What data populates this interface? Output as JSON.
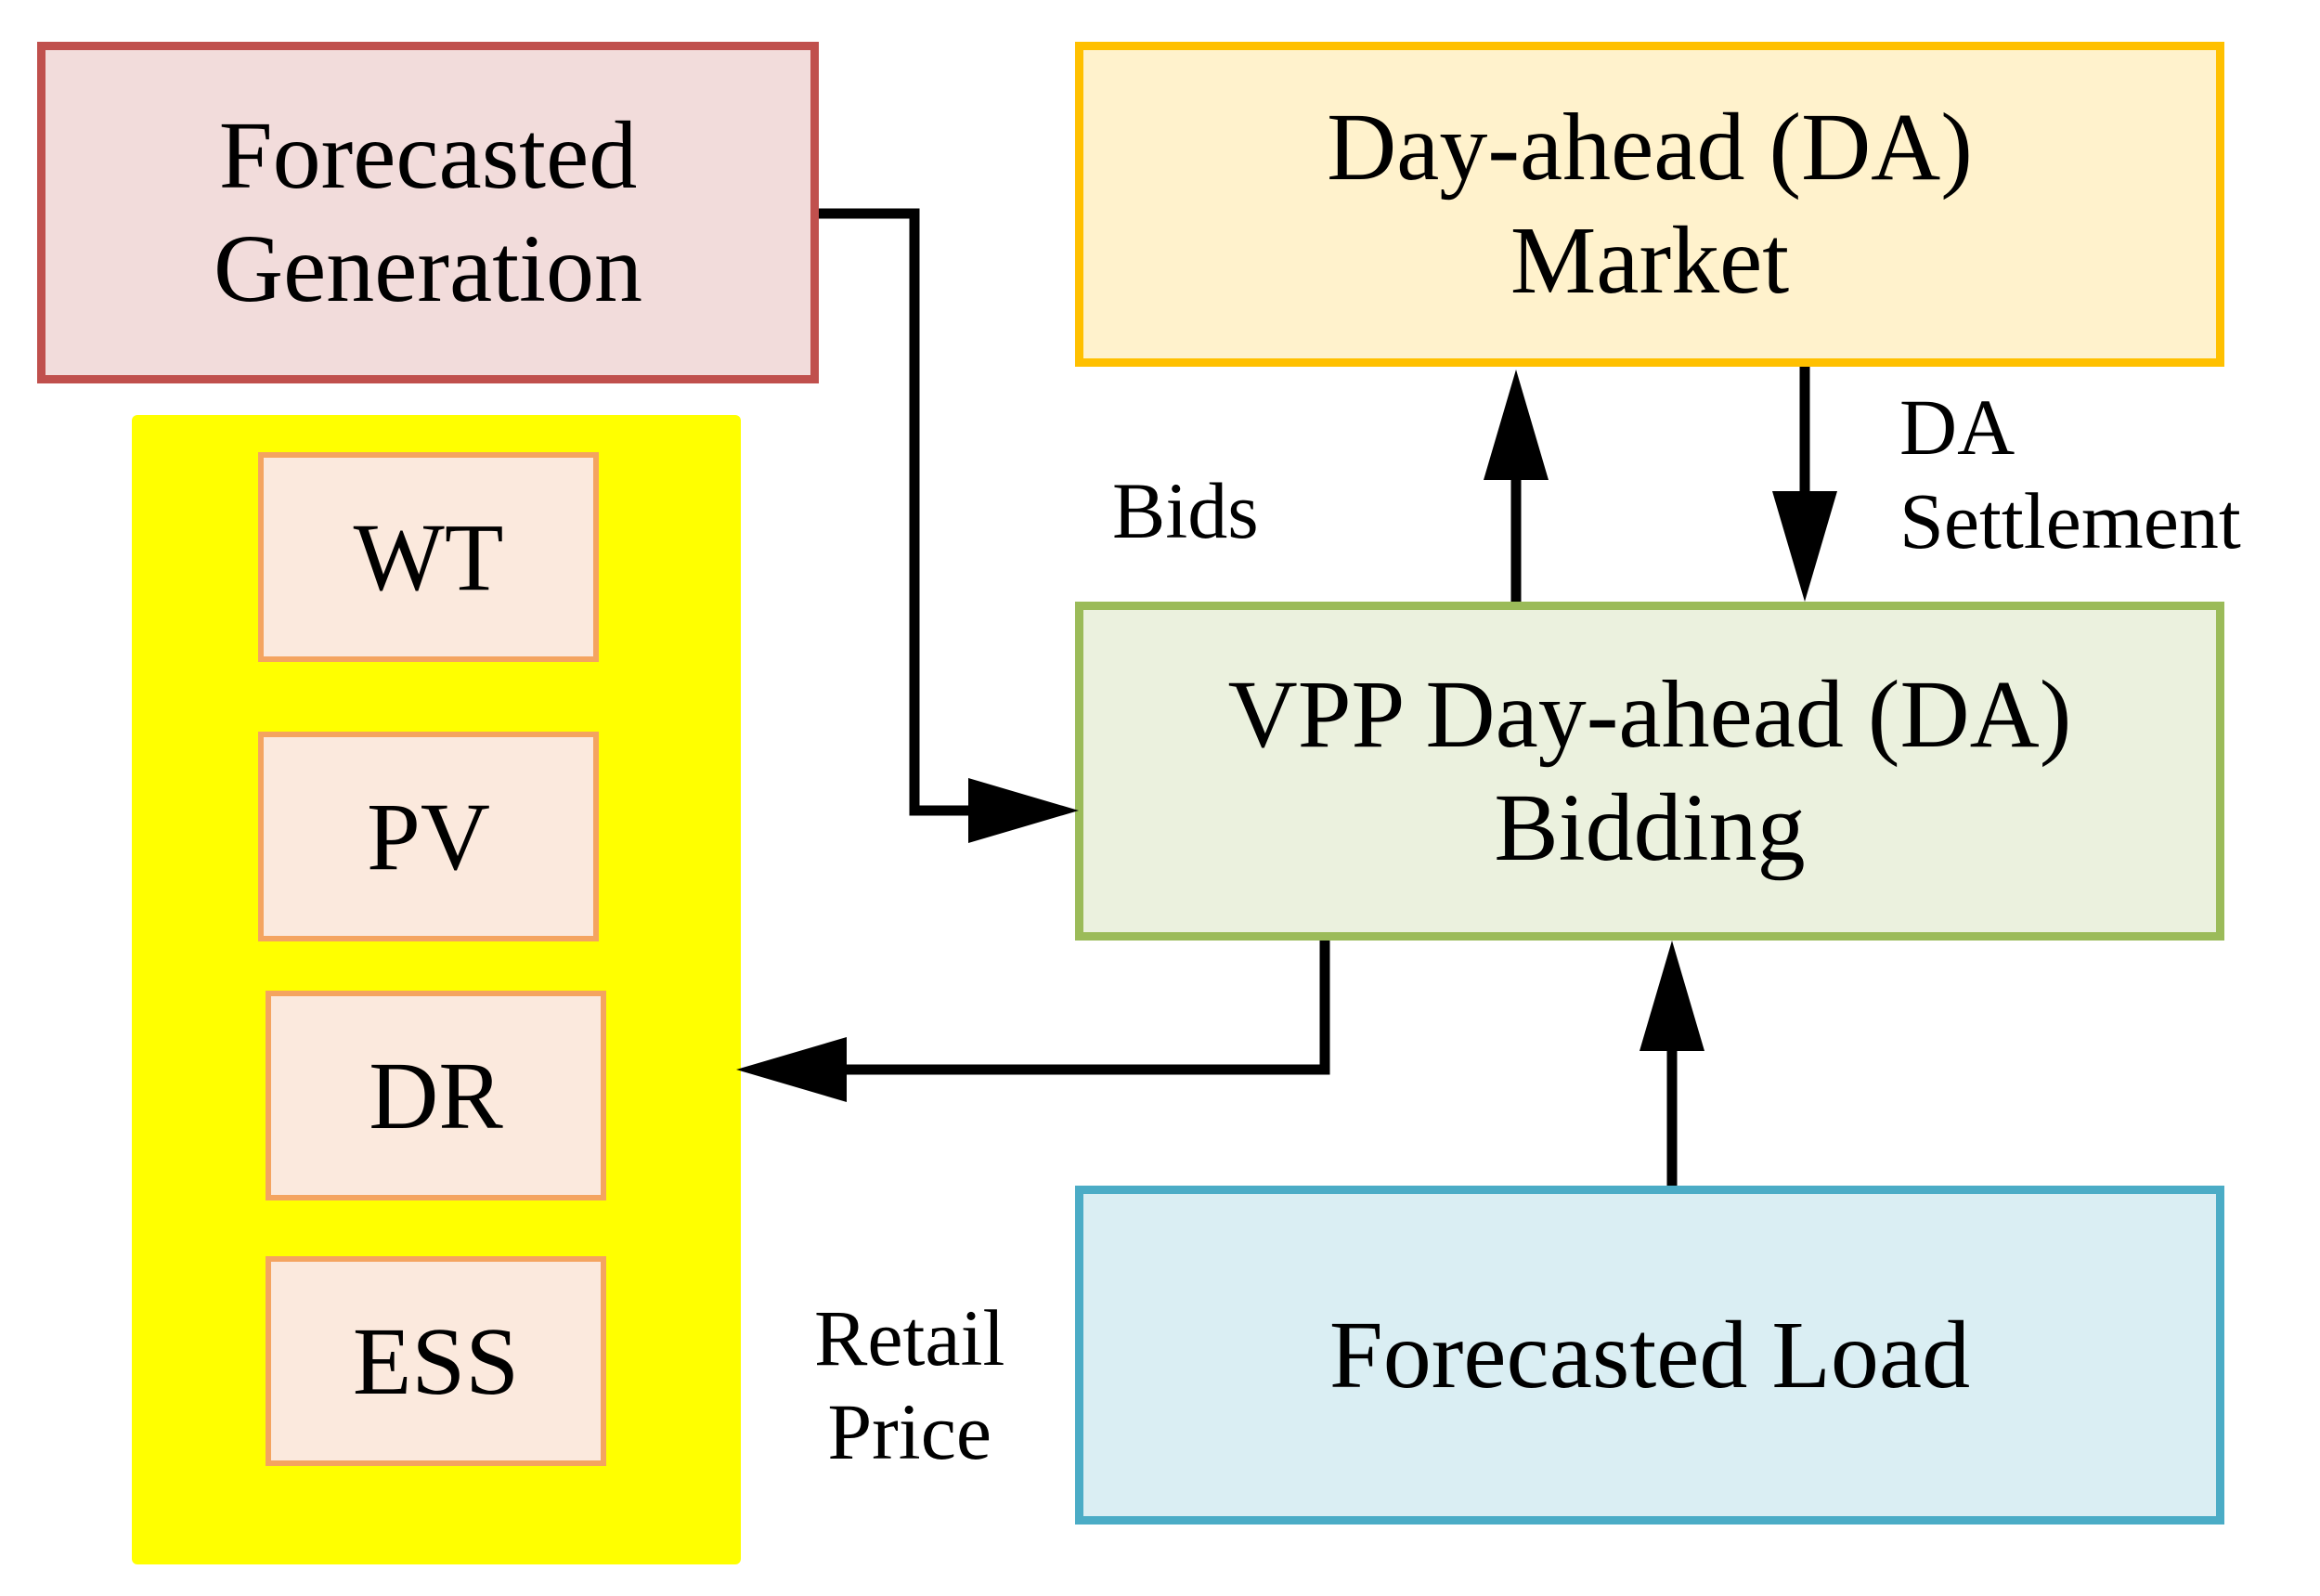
{
  "boxes": {
    "forecasted_generation": {
      "line1": "Forecasted",
      "line2": "Generation"
    },
    "da_market": {
      "line1": "Day-ahead (DA)",
      "line2": "Market"
    },
    "vpp_bidding": {
      "line1": "VPP Day-ahead (DA)",
      "line2": "Bidding"
    },
    "forecasted_load": {
      "line1": "Forecasted Load"
    }
  },
  "units": [
    "WT",
    "PV",
    "DR",
    "ESS"
  ],
  "labels": {
    "bids": "Bids",
    "da_settlement": {
      "line1": "DA",
      "line2": "Settlement"
    },
    "retail_price": {
      "line1": "Retail",
      "line2": "Price"
    }
  },
  "colors": {
    "generation_fill": "#f2dcdb",
    "generation_border": "#c0504d",
    "market_fill": "#fff2cc",
    "market_border": "#ffc000",
    "vpp_fill": "#ebf1de",
    "vpp_border": "#9bbb59",
    "load_fill": "#daeef3",
    "load_border": "#4bacc6",
    "der_panel": "#ffff00",
    "unit_fill": "#fbe9dd",
    "unit_border": "#f4a460",
    "arrow": "#000000"
  }
}
